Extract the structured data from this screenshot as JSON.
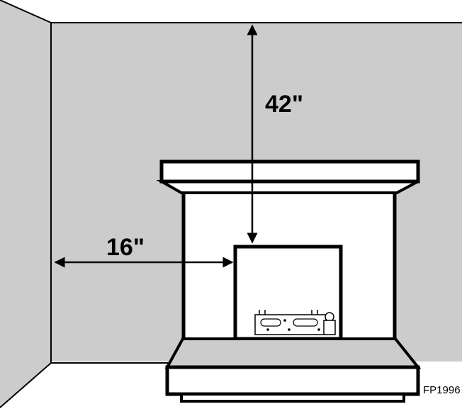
{
  "labels": {
    "vertical_clearance": "42\"",
    "side_clearance": "16\"",
    "figure_code": "FP1996"
  },
  "colors": {
    "wall": "#cccccc",
    "line": "#000000",
    "fireplace": "#ffffff",
    "floor": "#ffffff"
  }
}
